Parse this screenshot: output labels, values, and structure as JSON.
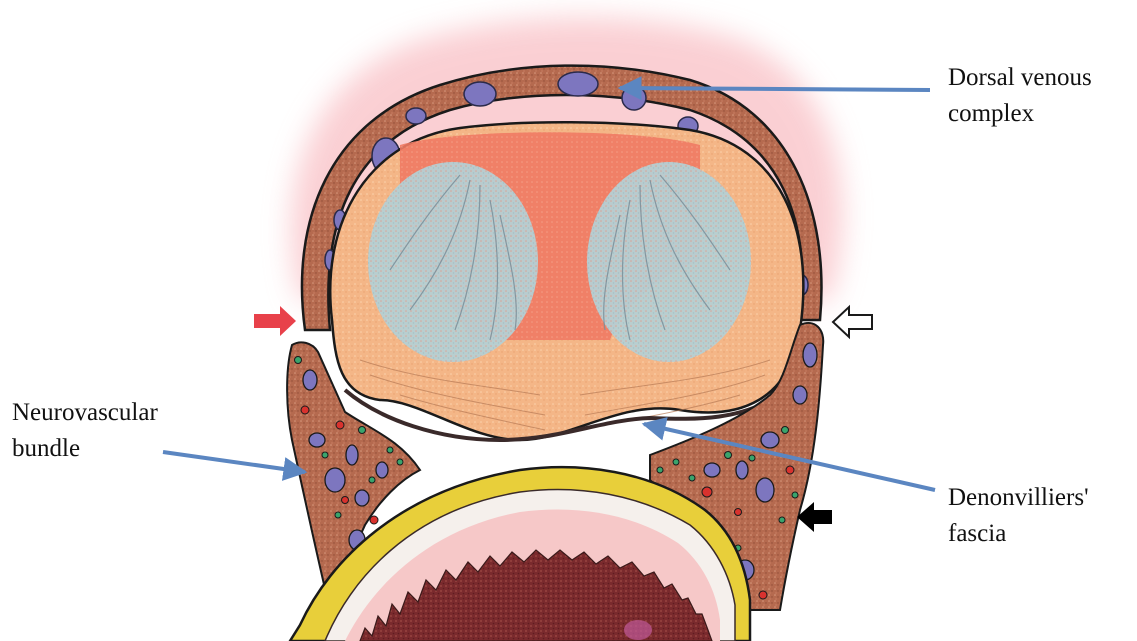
{
  "labels": {
    "dorsal_venous_complex": [
      "Dorsal venous",
      "complex"
    ],
    "neurovascular_bundle": [
      "Neurovascular",
      "bundle"
    ],
    "denonvilliers_fascia": [
      "Denonvilliers'",
      "fascia"
    ]
  },
  "colors": {
    "annotation_arrow": "#5b86c1",
    "red_arrow": "#e8414a",
    "black_arrow": "#000000",
    "tissue_brown": "#b76d52",
    "vein_purple": "#7d76bf",
    "artery_red": "#d8322e",
    "nerve_green": "#3aa46c",
    "prostate_orange": "#f6b98d",
    "gland_blue": "#a9cdd2",
    "urethra_red": "#f07863",
    "rectal_wall_yellow": "#e8cf3a",
    "rectal_lumen": "#7b2a2e",
    "periprostatic_pink": "#f8c0c4"
  },
  "icons": [
    "red-solid-arrow-icon",
    "white-hollow-arrow-icon",
    "black-solid-arrow-icon"
  ]
}
